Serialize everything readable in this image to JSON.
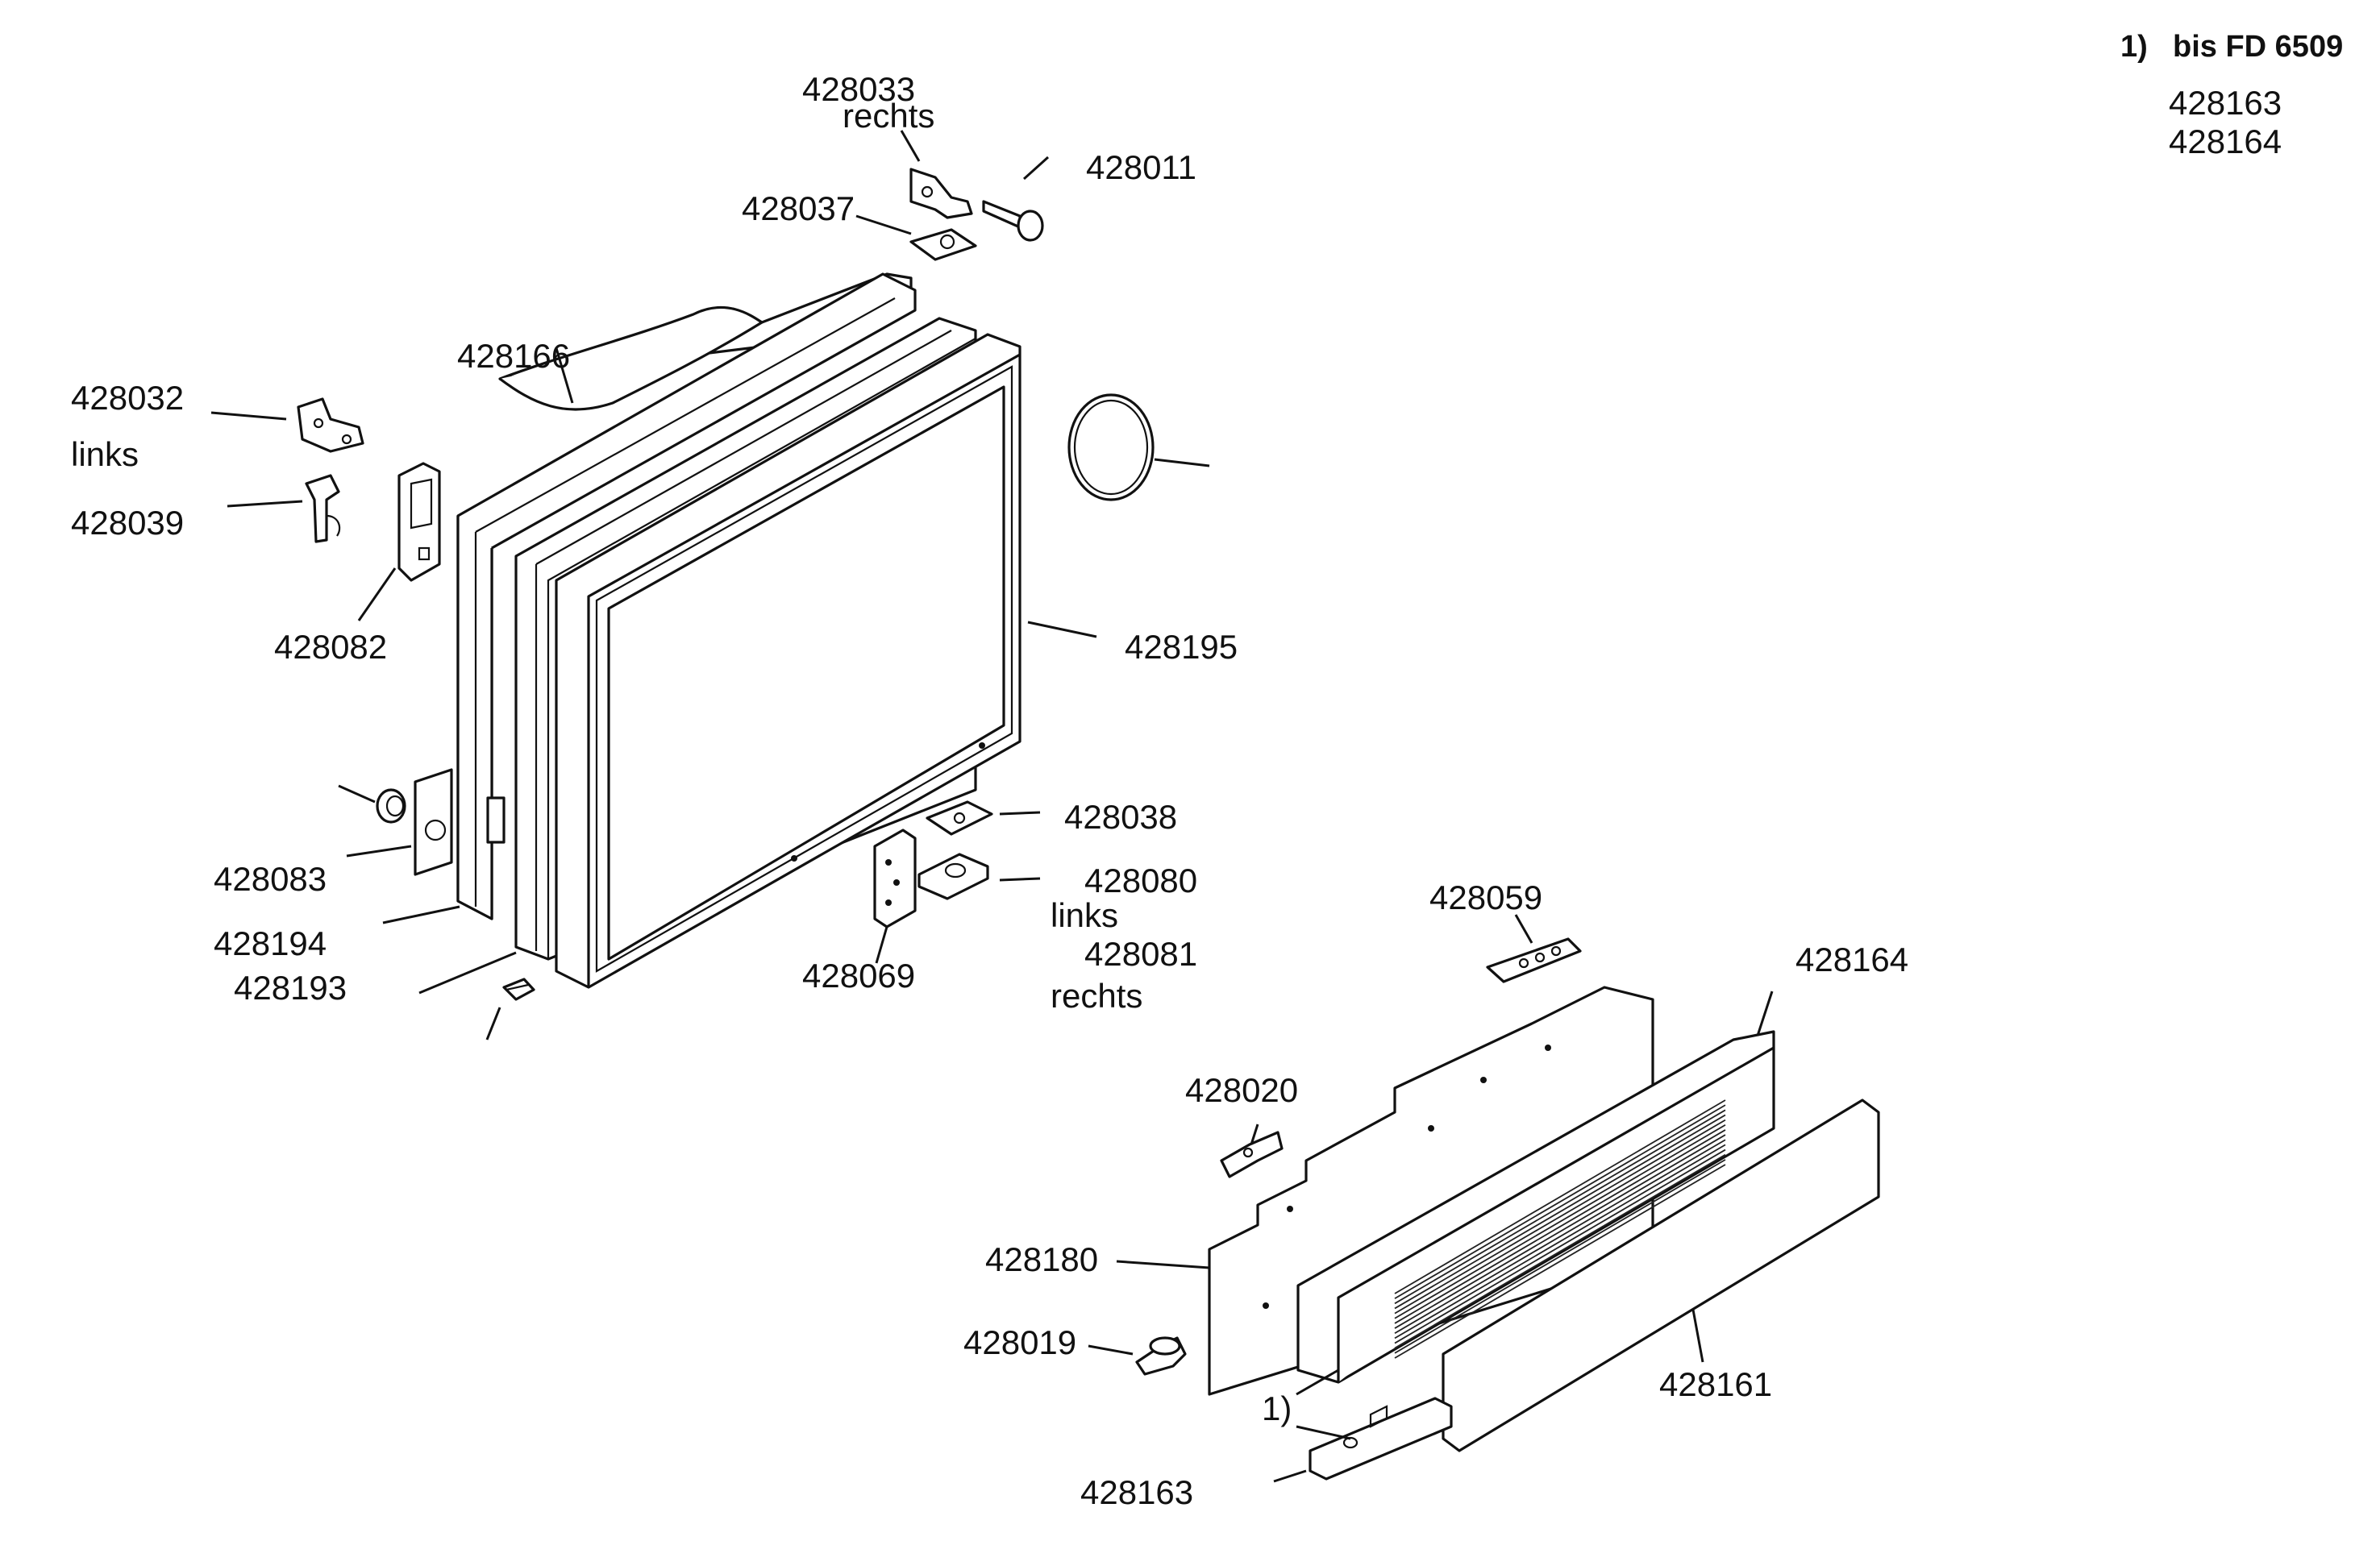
{
  "note": {
    "marker": "1)",
    "text": "bis FD 6509",
    "items": [
      "428163",
      "428164"
    ]
  },
  "labels": {
    "p428033": "428033",
    "p428033_side": "rechts",
    "p428011": "428011",
    "p428037": "428037",
    "p428166": "428166",
    "p428032": "428032",
    "p428032_side": "links",
    "p428039": "428039",
    "p428082": "428082",
    "p428195": "428195",
    "p428083": "428083",
    "p428194": "428194",
    "p428193": "428193",
    "p428038": "428038",
    "p428080": "428080",
    "p428080_side": "links",
    "p428081": "428081",
    "p428081_side": "rechts",
    "p428069": "428069",
    "p428059": "428059",
    "p428164": "428164",
    "p428020": "428020",
    "p428180": "428180",
    "p428019": "428019",
    "p428161": "428161",
    "p428163": "428163",
    "footnote_marker": "1)"
  }
}
